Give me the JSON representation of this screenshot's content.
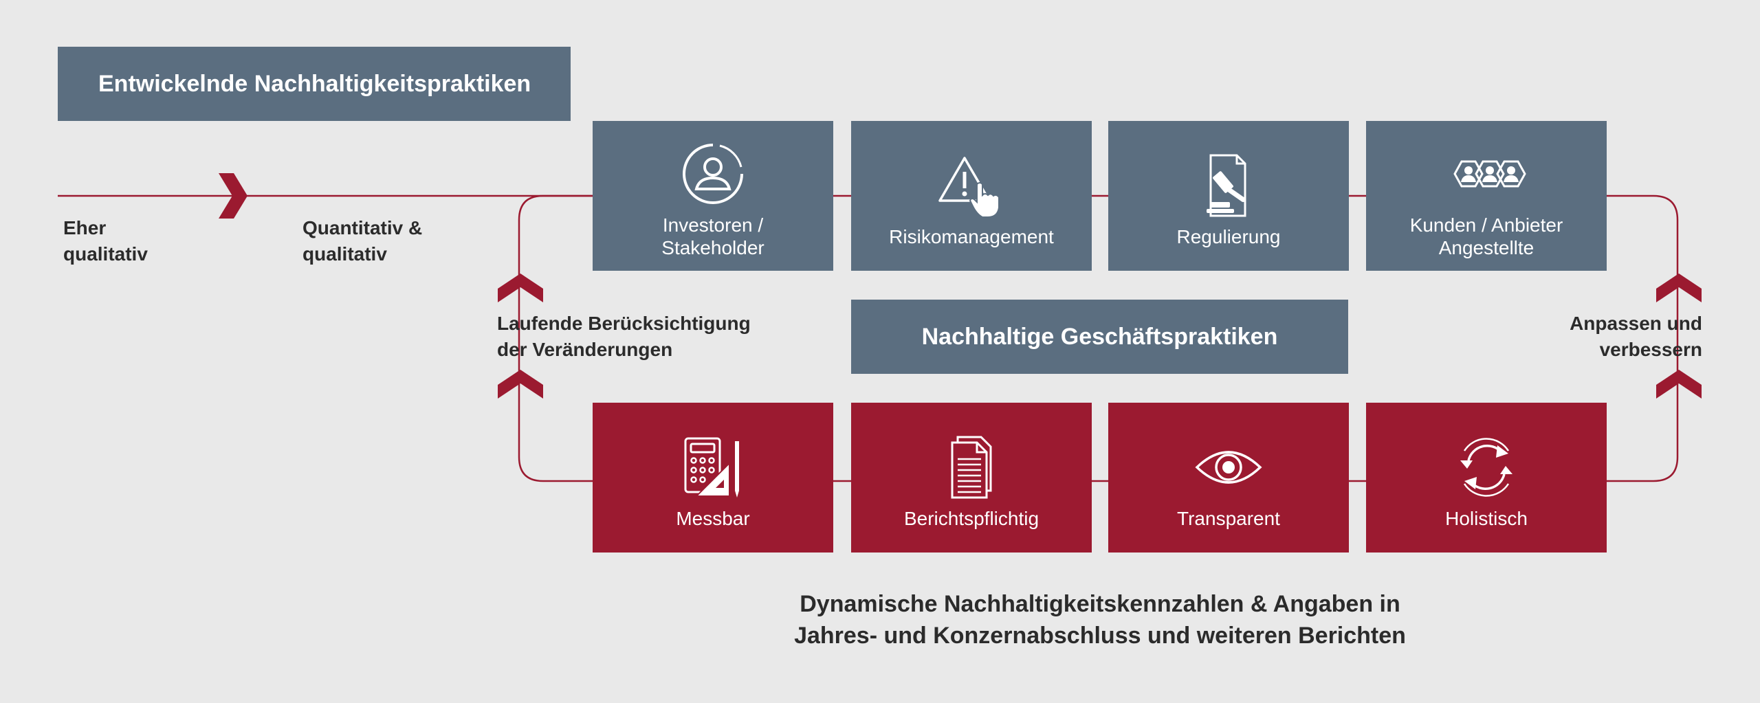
{
  "header": {
    "title": "Entwickelnde Nachhaltigkeitspraktiken"
  },
  "scale": {
    "left": "Eher\nqualitativ",
    "right": "Quantitativ &\nqualitativ"
  },
  "top_tiles": [
    {
      "label": "Investoren /\nStakeholder",
      "icon": "investor-icon"
    },
    {
      "label": "Risikomanagement",
      "icon": "risk-warning-icon"
    },
    {
      "label": "Regulierung",
      "icon": "regulation-gavel-icon"
    },
    {
      "label": "Kunden / Anbieter\nAngestellte",
      "icon": "people-group-icon"
    }
  ],
  "center": {
    "title": "Nachhaltige Geschäftspraktiken"
  },
  "bottom_tiles": [
    {
      "label": "Messbar",
      "icon": "calculator-ruler-icon"
    },
    {
      "label": "Berichtspflichtig",
      "icon": "document-icon"
    },
    {
      "label": "Transparent",
      "icon": "eye-icon"
    },
    {
      "label": "Holistisch",
      "icon": "cycle-arrows-icon"
    }
  ],
  "left_note": "Laufende Berücksichtigung\nder Veränderungen",
  "right_note": "Anpassen und\nverbessern",
  "footer": "Dynamische Nachhaltigkeitskennzahlen & Angaben in\nJahres- und Konzernabschluss und weiteren Berichten",
  "colors": {
    "grey": "#5b6e80",
    "red": "#9b1a30",
    "background": "#e9e9e9",
    "text": "#2b2b2b"
  }
}
